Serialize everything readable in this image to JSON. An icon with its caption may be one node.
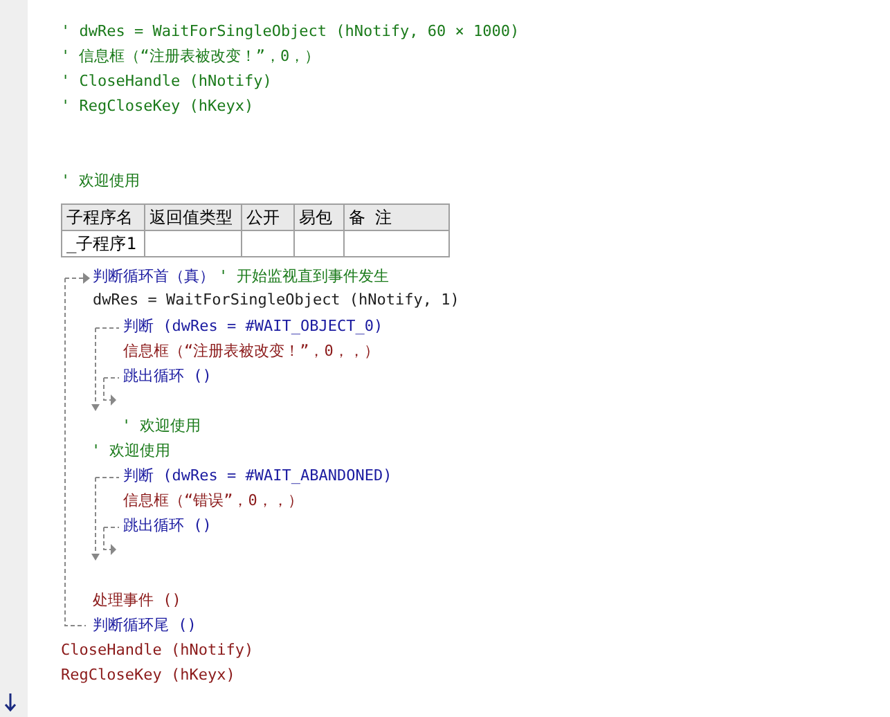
{
  "diagram": {
    "labels": [
      "' dwRes = WaitForSingleObject (hNotify, 60 × 1000)",
      "' 信息框（“注册表被改变！”，0，）",
      "' CloseHandle (hNotify)",
      "' RegCloseKey (hKeyx)",
      "' 欢迎使用",
      "子程序名",
      "返回值类型",
      "公开",
      "易包",
      "备 注",
      "_子程序1",
      "判断循环首（真）",
      "' 开始监视直到事件发生",
      "dwRes = WaitForSingleObject (hNotify, 1)",
      "判断 (dwRes = #WAIT_OBJECT_0)",
      "信息框（“注册表被改变！”，0，，）",
      "跳出循环 ()",
      "' 欢迎使用",
      "' 欢迎使用",
      "判断 (dwRes = #WAIT_ABANDONED)",
      "信息框（“错误”，0，，）",
      "跳出循环 ()",
      "处理事件 ()",
      "判断循环尾 ()",
      "CloseHandle (hNotify)",
      "RegCloseKey (hKeyx)"
    ]
  }
}
